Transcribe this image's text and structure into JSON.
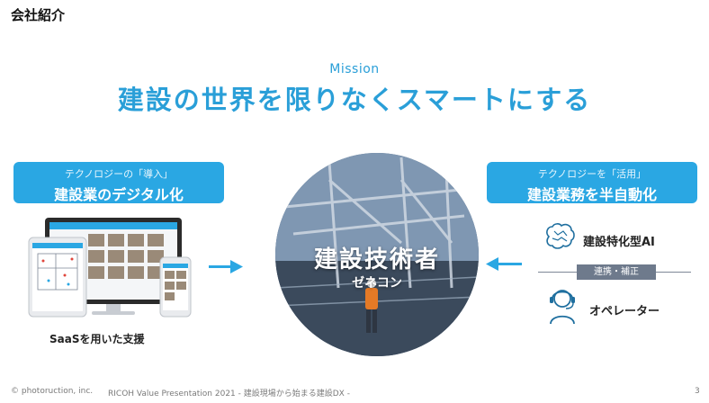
{
  "header": {
    "section_title": "会社紹介"
  },
  "mission": {
    "label": "Mission",
    "headline": "建設の世界を限りなくスマートにする"
  },
  "left_box": {
    "sub": "テクノロジーの「導入」",
    "main": "建設業のデジタル化"
  },
  "right_box": {
    "sub": "テクノロジーを「活用」",
    "main": "建設業務を半自動化"
  },
  "center": {
    "title": "建設技術者",
    "subtitle": "ゼネコン"
  },
  "left_visual": {
    "caption": "SaaSを用いた支援"
  },
  "right_items": {
    "ai_label": "建設特化型AI",
    "link_label": "連携・補正",
    "operator_label": "オペレーター"
  },
  "footer": {
    "copyright": "© photoruction, inc.",
    "presentation": "RICOH Value Presentation 2021 - 建設現場から始まる建設DX -",
    "page_number": "3"
  },
  "colors": {
    "accent": "#2aa7e3",
    "headline": "#2a9fd8",
    "gray": "#6e7a8c"
  }
}
